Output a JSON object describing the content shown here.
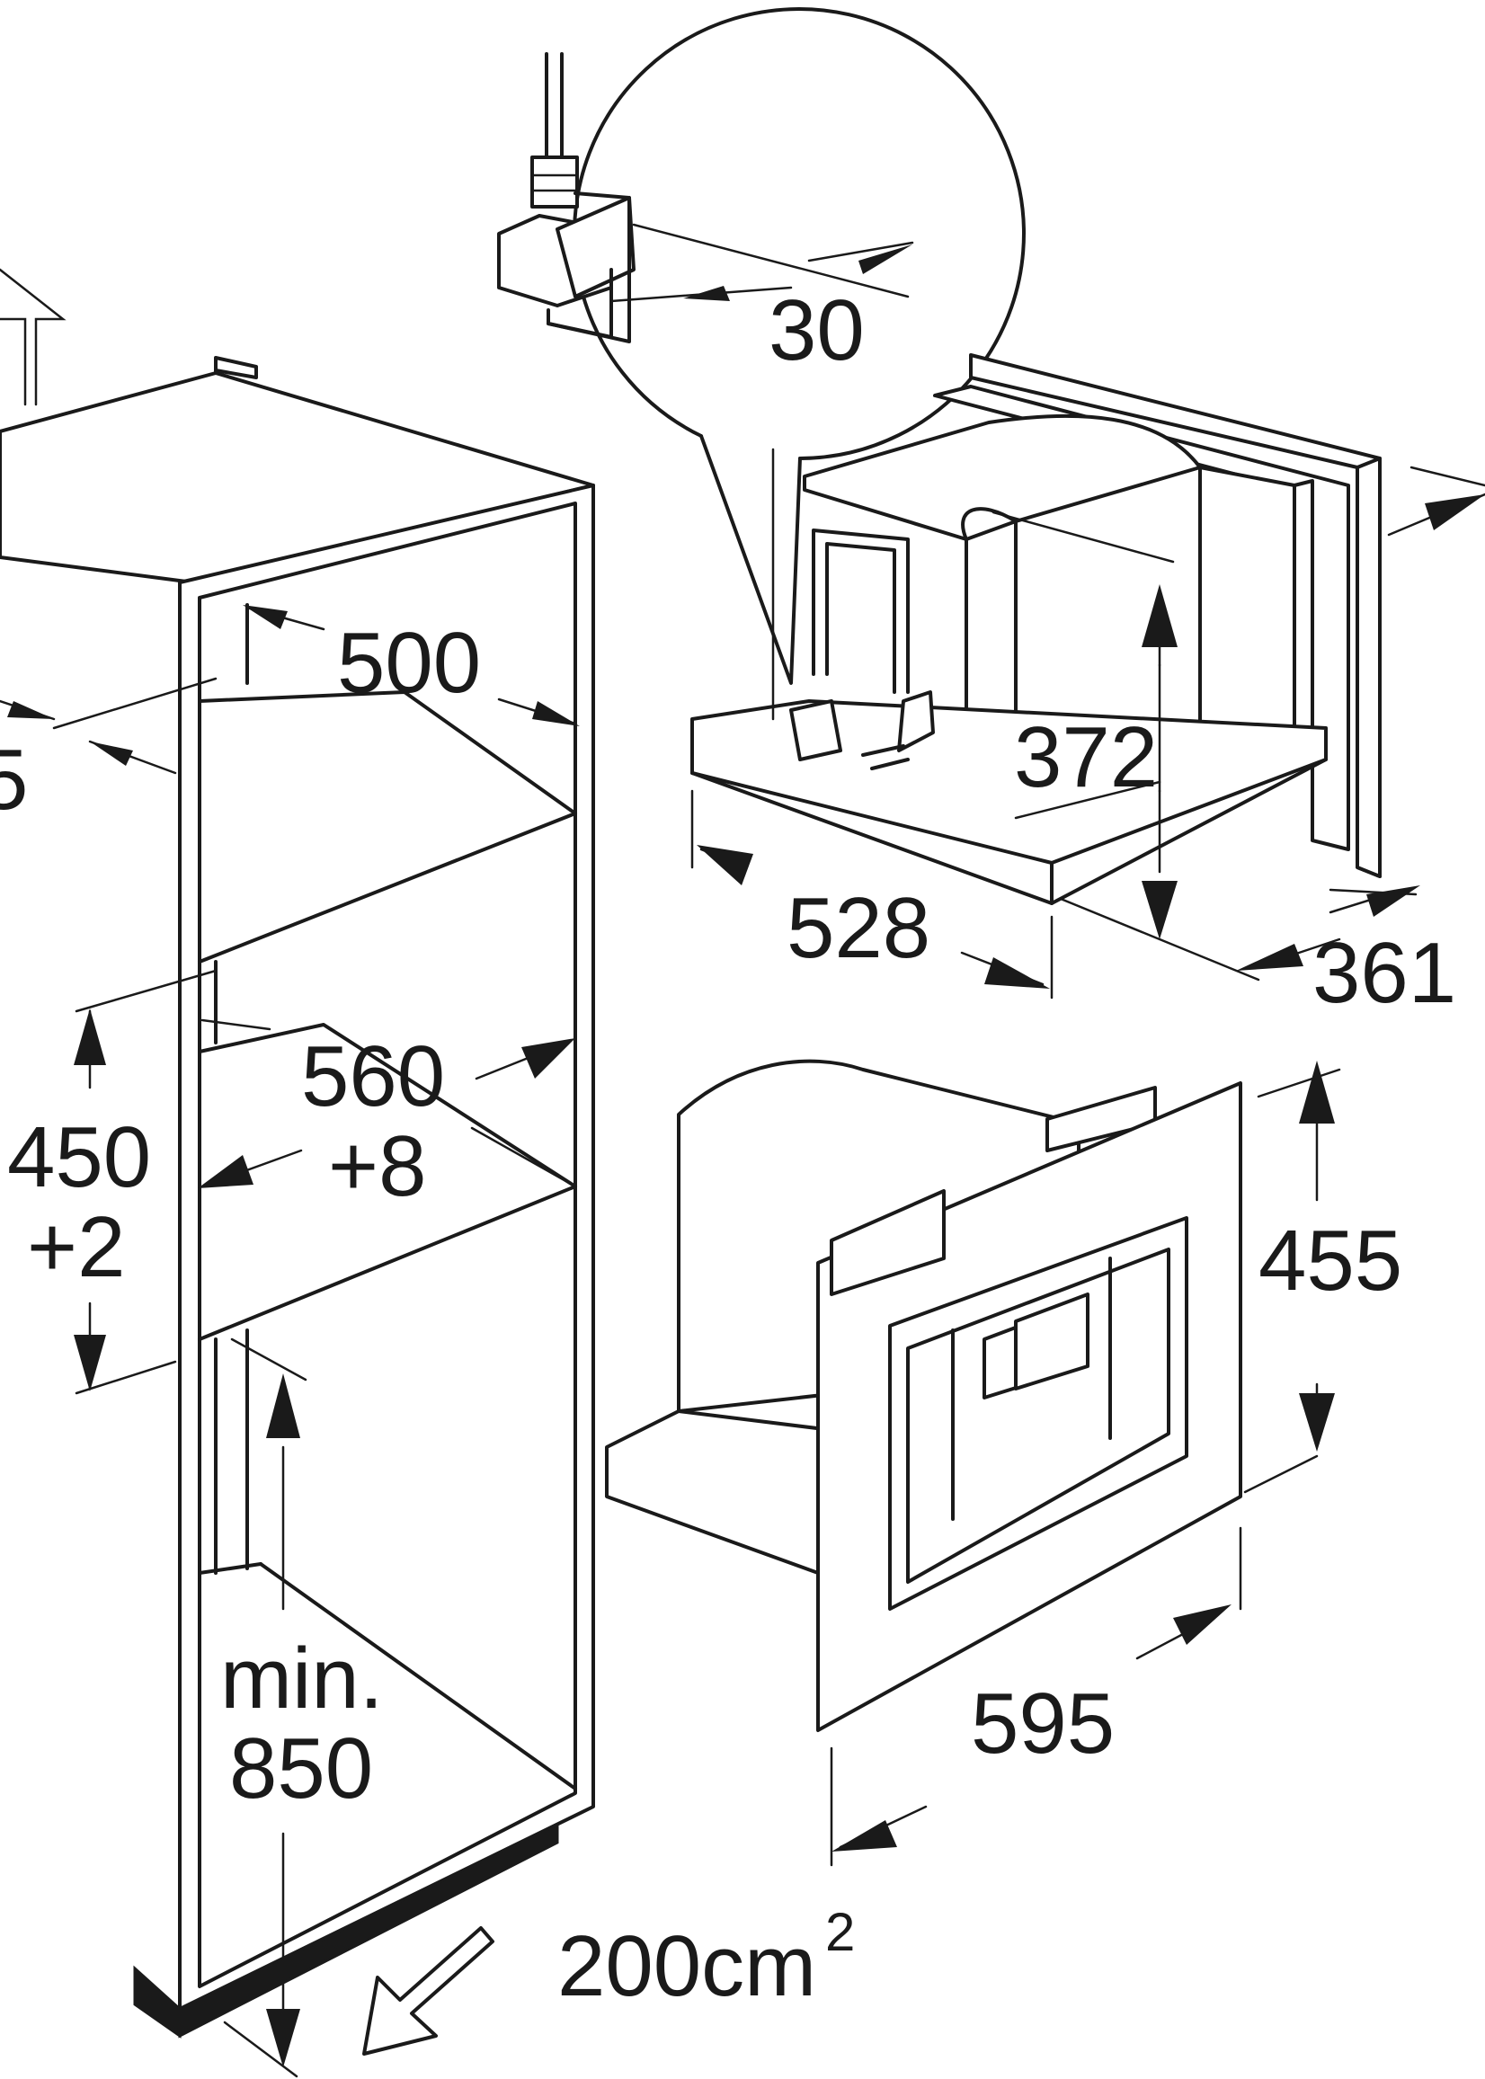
{
  "dimensions": {
    "cable_clearance": "30",
    "cabinet_depth": "500",
    "side_offset_partial": "5",
    "niche_width": "560",
    "niche_width_tol": "+8",
    "niche_height": "450",
    "niche_height_tol": "+2",
    "min_height_label": "min.",
    "min_height_value": "850",
    "ventilation_area": "200cm",
    "ventilation_area_exponent": "2",
    "appliance_body_height": "372",
    "appliance_body_width": "528",
    "appliance_body_depth": "361",
    "front_panel_height": "455",
    "front_panel_width": "595"
  }
}
